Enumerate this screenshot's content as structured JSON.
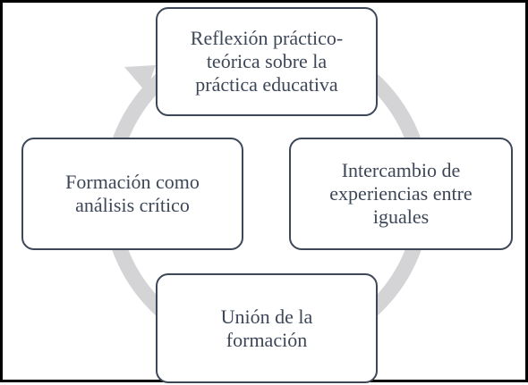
{
  "diagram": {
    "type": "cycle",
    "ring_color": "#d4d4d6",
    "box_border_color": "#3d4758",
    "text_color": "#3d4758",
    "nodes": [
      {
        "id": "top",
        "label": "Reflexión práctico-\nteórica sobre la\npráctica educativa"
      },
      {
        "id": "right",
        "label": "Intercambio de\nexperiencias entre\niguales"
      },
      {
        "id": "bottom",
        "label": "Unión de la\nformación"
      },
      {
        "id": "left",
        "label": "Formación como\nanálisis crítico"
      }
    ]
  }
}
